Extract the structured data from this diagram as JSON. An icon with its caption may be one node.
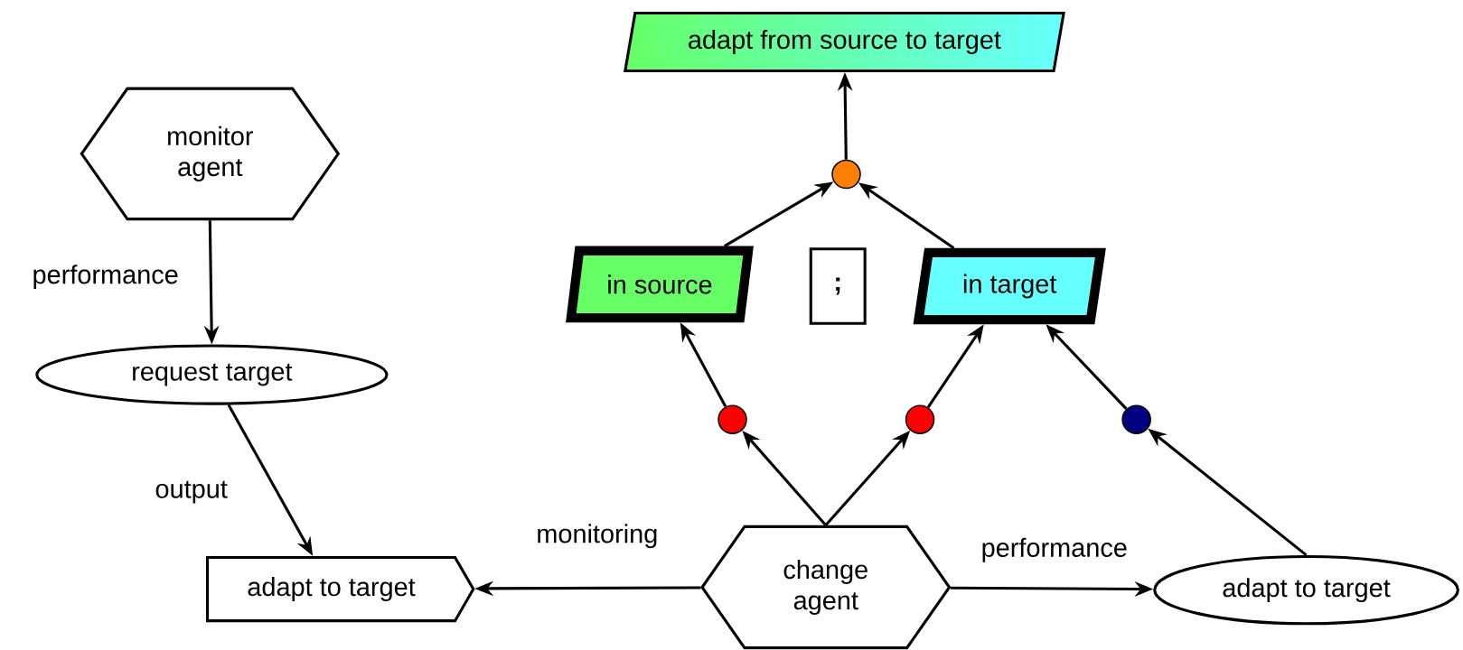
{
  "diagram": {
    "nodes": [
      {
        "text": [
          "adapt from source to target"
        ]
      },
      {
        "text": [
          "monitor agent"
        ]
      },
      {
        "text": [],
        "shape": "circle"
      },
      {
        "text": [
          "in source"
        ]
      },
      {
        "text": [
          ";"
        ]
      },
      {
        "text": [
          "in target"
        ]
      },
      {
        "text": [
          "request target"
        ]
      },
      {
        "text": [],
        "shape": "circle"
      },
      {
        "text": [],
        "shape": "circle"
      },
      {
        "text": [],
        "shape": "circle"
      },
      {
        "text": [
          "adapt to target"
        ]
      },
      {
        "text": [
          "change agent"
        ]
      },
      {
        "text": [
          "adapt to target"
        ]
      }
    ],
    "edges": [
      {
        "from": 1,
        "to": 6,
        "arrow": "to",
        "label": "performance"
      },
      {
        "from": 6,
        "to": 10,
        "arrow": "to",
        "label": "output"
      },
      {
        "from": 11,
        "to": 10,
        "arrow": "to",
        "label": "monitoring"
      },
      {
        "from": 11,
        "to": 12,
        "arrow": "to",
        "label": "performance"
      },
      {
        "from": 11,
        "to": 7,
        "arrow": "to"
      },
      {
        "from": 7,
        "to": 3,
        "arrow": "to"
      },
      {
        "from": 11,
        "to": 8,
        "arrow": "to"
      },
      {
        "from": 8,
        "to": 5,
        "arrow": "to"
      },
      {
        "from": 12,
        "to": 9,
        "arrow": "to"
      },
      {
        "from": 9,
        "to": 5,
        "arrow": "to"
      },
      {
        "from": 3,
        "to": 2,
        "arrow": "to"
      },
      {
        "from": 5,
        "to": 2,
        "arrow": "to"
      },
      {
        "from": 2,
        "to": 0,
        "arrow": "to"
      }
    ]
  }
}
